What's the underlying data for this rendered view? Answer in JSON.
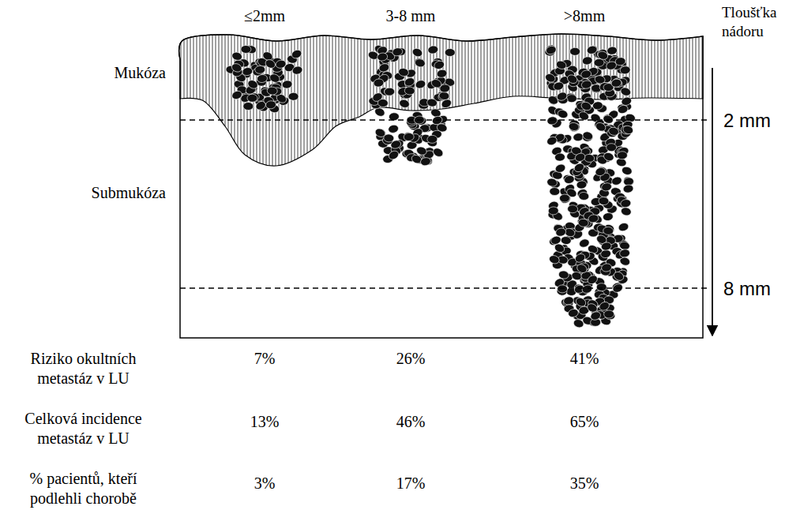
{
  "diagram": {
    "labels": [
      "≤2mm",
      "3-8 mm",
      ">8mm",
      "Tloušťka nádoru",
      "Mukóza",
      "Submukóza",
      "2 mm",
      "8 mm",
      "Riziko okultních metastáz v LU",
      "7%",
      "26%",
      "41%",
      "Celková incidence metastáz v LU",
      "13%",
      "46%",
      "65%",
      "% pacientů, kteří podlehli chorobě",
      "3%",
      "17%",
      "35%"
    ]
  }
}
